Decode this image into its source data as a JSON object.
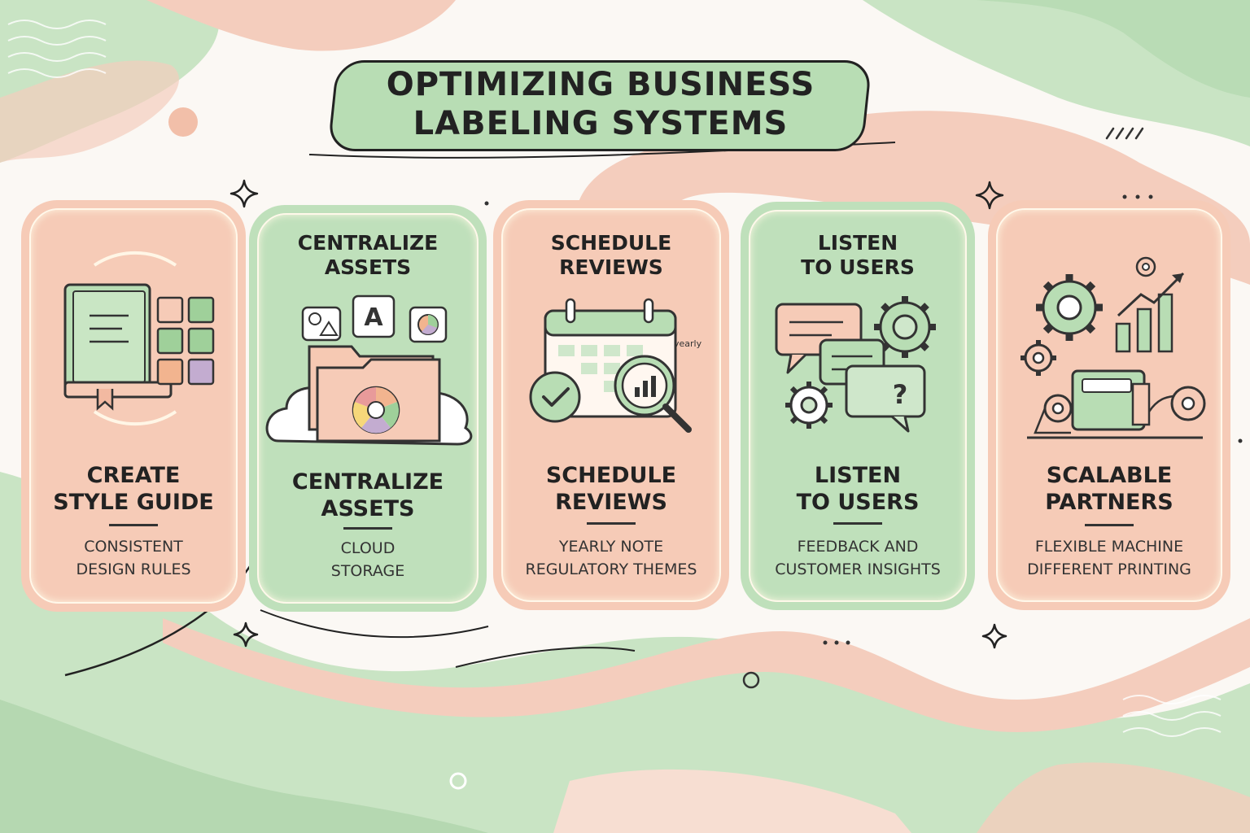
{
  "title": {
    "line1": "OPTIMIZING BUSINESS",
    "line2": "LABELING SYSTEMS"
  },
  "cards": [
    {
      "top_line1": "",
      "top_line2": "",
      "heading_line1": "CREATE",
      "heading_line2": "STYLE GUIDE",
      "sub_line1": "CONSISTENT",
      "sub_line2": "DESIGN RULES",
      "icon": "style-guide-book-icon"
    },
    {
      "top_line1": "CENTRALIZE",
      "top_line2": "ASSETS",
      "heading_line1": "CENTRALIZE",
      "heading_line2": "ASSETS",
      "sub_line1": "CLOUD",
      "sub_line2": "STORAGE",
      "icon": "cloud-folder-icon"
    },
    {
      "top_line1": "SCHEDULE",
      "top_line2": "REVIEWS",
      "heading_line1": "SCHEDULE",
      "heading_line2": "REVIEWS",
      "sub_line1": "YEARLY NOTE",
      "sub_line2": "REGULATORY THEMES",
      "icon": "calendar-review-icon",
      "icon_caption": "yearly"
    },
    {
      "top_line1": "LISTEN",
      "top_line2": "TO USERS",
      "heading_line1": "LISTEN",
      "heading_line2": "TO USERS",
      "sub_line1": "FEEDBACK AND",
      "sub_line2": "CUSTOMER INSIGHTS",
      "icon": "feedback-chat-icon",
      "icon_glyph": "?"
    },
    {
      "top_line1": "",
      "top_line2": "",
      "heading_line1": "SCALABLE",
      "heading_line2": "PARTNERS",
      "sub_line1": "FLEXIBLE MACHINE",
      "sub_line2": "DIFFERENT PRINTING",
      "icon": "label-printer-gears-icon"
    }
  ],
  "icon_glyphs": {
    "font_letter": "A"
  },
  "colors": {
    "pink": "#f6cbb7",
    "green": "#bfe0bb",
    "title_bg": "#b8ddb4",
    "outline": "#222222"
  }
}
